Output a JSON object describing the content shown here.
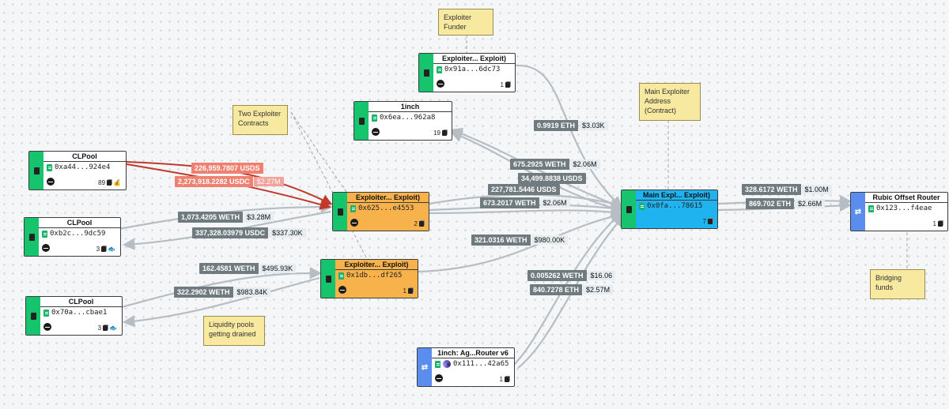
{
  "nodes": {
    "exploiter_funder_contract": {
      "title": "Exploiter... Exploit)",
      "address": "0x91a...6dc73",
      "count": "1",
      "color": "#15c46c"
    },
    "oneinch": {
      "title": "1inch",
      "address": "0x6ea...962a8",
      "count": "19",
      "color": "#15c46c"
    },
    "clpool_a": {
      "title": "CLPool",
      "address": "0xa44...924e4",
      "count": "89",
      "color": "#15c46c"
    },
    "clpool_b": {
      "title": "CLPool",
      "address": "0xb2c...9dc59",
      "count": "3",
      "color": "#15c46c"
    },
    "clpool_c": {
      "title": "CLPool",
      "address": "0x70a...cbae1",
      "count": "3",
      "color": "#15c46c"
    },
    "exploiter_a": {
      "title": "Exploiter... Exploit)",
      "address": "0x625...e4553",
      "count": "2",
      "color": "#f8b24c"
    },
    "exploiter_b": {
      "title": "Exploiter... Exploit)",
      "address": "0x1db...df265",
      "count": "1",
      "color": "#f8b24c"
    },
    "main_exploiter": {
      "title": "Main Expl... Exploit)",
      "address": "0x0fa...78615",
      "count": "7",
      "color": "#1fb4f0"
    },
    "rubic": {
      "title": "Rubic Offset Router",
      "address": "0x123...f4eae",
      "count": "1",
      "color": "#5b8def"
    },
    "oneinch_router": {
      "title": "1inch: Ag...Router v6",
      "address": "0x111...42a65",
      "count": "1",
      "color": "#5b8def"
    }
  },
  "edge_labels": {
    "e1": {
      "amount": "226,959.7807 USDS",
      "usd": ""
    },
    "e2": {
      "amount": "2,273,918.2282 USDC",
      "usd": "$2.27M"
    },
    "e3": {
      "amount": "1,073.4205 WETH",
      "usd": "$3.28M"
    },
    "e4": {
      "amount": "337,328.03979 USDC",
      "usd": "$337.30K"
    },
    "e5": {
      "amount": "162.4581 WETH",
      "usd": "$495.93K"
    },
    "e6": {
      "amount": "322.2902 WETH",
      "usd": "$983.84K"
    },
    "e7": {
      "amount": "0.9919 ETH",
      "usd": "$3.03K"
    },
    "e8": {
      "amount": "675.2925 WETH",
      "usd": "$2.06M"
    },
    "e9": {
      "amount": "34,499.8838 USDS",
      "usd": ""
    },
    "e10": {
      "amount": "227,781.5446 USDS",
      "usd": ""
    },
    "e11": {
      "amount": "673.2017 WETH",
      "usd": "$2.06M"
    },
    "e12": {
      "amount": "321.0316 WETH",
      "usd": "$980.00K"
    },
    "e13": {
      "amount": "0.005262 WETH",
      "usd": "$16.06"
    },
    "e14": {
      "amount": "840.7278 ETH",
      "usd": "$2.57M"
    },
    "e15": {
      "amount": "328.6172 WETH",
      "usd": "$1.00M"
    },
    "e16": {
      "amount": "869.702 ETH",
      "usd": "$2.66M"
    }
  },
  "notes": {
    "exploiter_funder": "Exploiter Funder",
    "two_contracts": "Two Exploiter Contracts",
    "main_address": "Main Exploiter Address (Contract)",
    "liquidity": "Liquidity pools getting drained",
    "bridging": "Bridging funds"
  },
  "colors": {
    "edge_gray": "#b6bec3",
    "edge_red": "#c0392b"
  }
}
